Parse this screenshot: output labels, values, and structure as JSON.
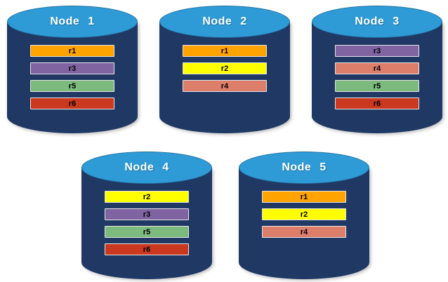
{
  "diagram": {
    "description": "database-replication-nodes"
  },
  "colors": {
    "cylinder_body": "#1F3864",
    "cylinder_top": "#2E9BD6"
  },
  "row_colors": {
    "r1": "#FFA300",
    "r2": "#FFFF00",
    "r3": "#8064A2",
    "r4": "#DD7E6B",
    "r5": "#7DBA7D",
    "r6": "#C9381F"
  },
  "nodes": [
    {
      "label": "Node 1",
      "rows": [
        "r1",
        "r3",
        "r5",
        "r6"
      ]
    },
    {
      "label": "Node 2",
      "rows": [
        "r1",
        "r2",
        "r4"
      ]
    },
    {
      "label": "Node 3",
      "rows": [
        "r3",
        "r4",
        "r5",
        "r6"
      ]
    },
    {
      "label": "Node 4",
      "rows": [
        "r2",
        "r3",
        "r5",
        "r6"
      ]
    },
    {
      "label": "Node 5",
      "rows": [
        "r1",
        "r2",
        "r4"
      ]
    }
  ]
}
